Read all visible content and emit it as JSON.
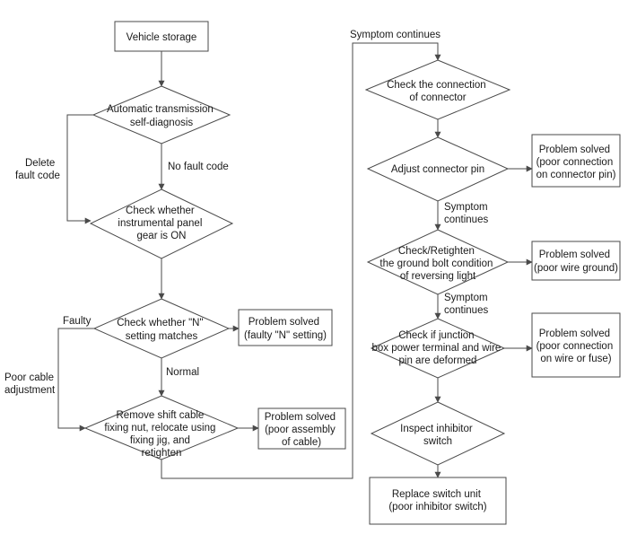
{
  "nodes": {
    "vehicle_storage": [
      "Vehicle storage"
    ],
    "self_diagnosis": [
      "Automatic transmission",
      "self-diagnosis"
    ],
    "check_panel": [
      "Check whether",
      "instrumental panel",
      "gear is ON"
    ],
    "check_n": [
      "Check whether \"N\"",
      "setting matches"
    ],
    "solved_n": [
      "Problem solved",
      "(faulty \"N\" setting)"
    ],
    "remove_cable": [
      "Remove shift cable",
      "fixing nut, relocate using",
      "fixing jig, and",
      "retighten"
    ],
    "solved_cable": [
      "Problem solved",
      "(poor assembly",
      "of cable)"
    ],
    "check_connection": [
      "Check the connection",
      "of connector"
    ],
    "adjust_pin": [
      "Adjust connector pin"
    ],
    "solved_pin": [
      "Problem solved",
      "(poor connection",
      "on connector pin)"
    ],
    "check_ground": [
      "Check/Retighten",
      "the ground bolt condition",
      "of reversing light"
    ],
    "solved_ground": [
      "Problem solved",
      "(poor wire ground)"
    ],
    "check_junction": [
      "Check if junction",
      "box power terminal and wire",
      "pin are deformed"
    ],
    "solved_wire": [
      "Problem solved",
      "(poor connection",
      "on wire or fuse)"
    ],
    "inspect_inhibitor": [
      "Inspect inhibitor",
      "switch"
    ],
    "replace_switch": [
      "Replace switch unit",
      "(poor inhibitor switch)"
    ]
  },
  "edge_labels": {
    "delete_fault_code": [
      "Delete",
      "fault code"
    ],
    "no_fault_code": [
      "No fault code"
    ],
    "faulty": [
      "Faulty"
    ],
    "normal": [
      "Normal"
    ],
    "poor_cable_adjustment": [
      "Poor cable",
      "adjustment"
    ],
    "symptom_continues_top": [
      "Symptom continues"
    ],
    "symptom_continues_1": [
      "Symptom",
      "continues"
    ],
    "symptom_continues_2": [
      "Symptom",
      "continues"
    ]
  }
}
